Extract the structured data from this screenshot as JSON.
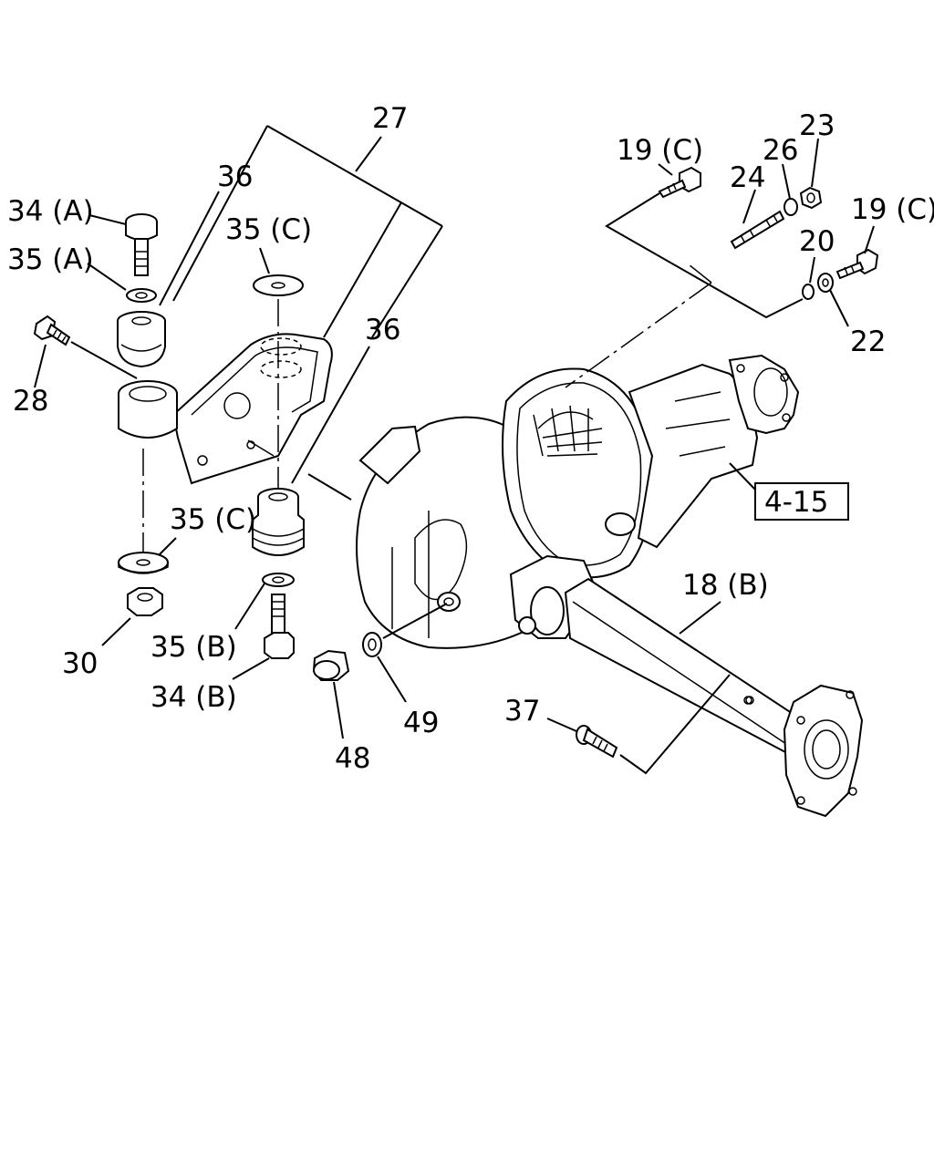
{
  "callouts": {
    "c27": "27",
    "c36a": "36",
    "c34a": "34 (A)",
    "c35a": "35 (A)",
    "c35c_top": "35 (C)",
    "c28": "28",
    "c36b": "36",
    "c35c_bottom": "35 (C)",
    "c30": "30",
    "c35b": "35 (B)",
    "c34b": "34 (B)",
    "c48": "48",
    "c49": "49",
    "c19c_left": "19 (C)",
    "c24": "24",
    "c26": "26",
    "c23": "23",
    "c19c_right": "19 (C)",
    "c20": "20",
    "c22": "22",
    "c18b": "18 (B)",
    "c37": "37"
  },
  "reference_box": {
    "label": "4-15"
  }
}
